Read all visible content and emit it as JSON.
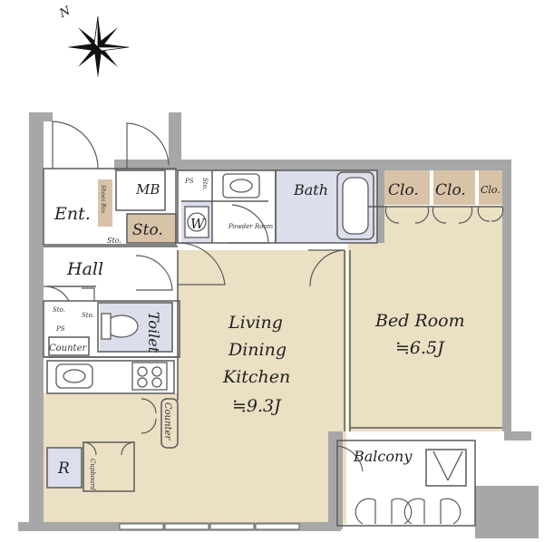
{
  "compass": {
    "north_label": "N"
  },
  "rooms": {
    "entrance": "Ent.",
    "meter_box": "MB",
    "storage": "Sto.",
    "storage_small": "Sto.",
    "hall": "Hall",
    "bath": "Bath",
    "washer": "W",
    "powder_room": "Powder Room",
    "shoe_box": "Shoes Box",
    "toilet": "Toilet",
    "counter": "Counter",
    "counter_vertical": "Counter",
    "closet_1": "Clo.",
    "closet_2": "Clo.",
    "closet_3": "Clo.",
    "ldk_line1": "Living",
    "ldk_line2": "Dining",
    "ldk_line3": "Kitchen",
    "ldk_size": "≒9.3J",
    "bedroom_name": "Bed Room",
    "bedroom_size": "≒6.5J",
    "balcony": "Balcony",
    "refrigerator": "R",
    "cupboard": "Cupboard",
    "ps_1": "PS",
    "ps_2": "PS",
    "sto_a": "Sto.",
    "sto_b": "Sto.",
    "sto_c": "Sto."
  },
  "colors": {
    "wall": "#a7a7a7",
    "floor_wood": "#ebdfc4",
    "wet_area": "#dcdeeb",
    "storage": "#d8c3a8",
    "line": "#5a5a5a"
  }
}
